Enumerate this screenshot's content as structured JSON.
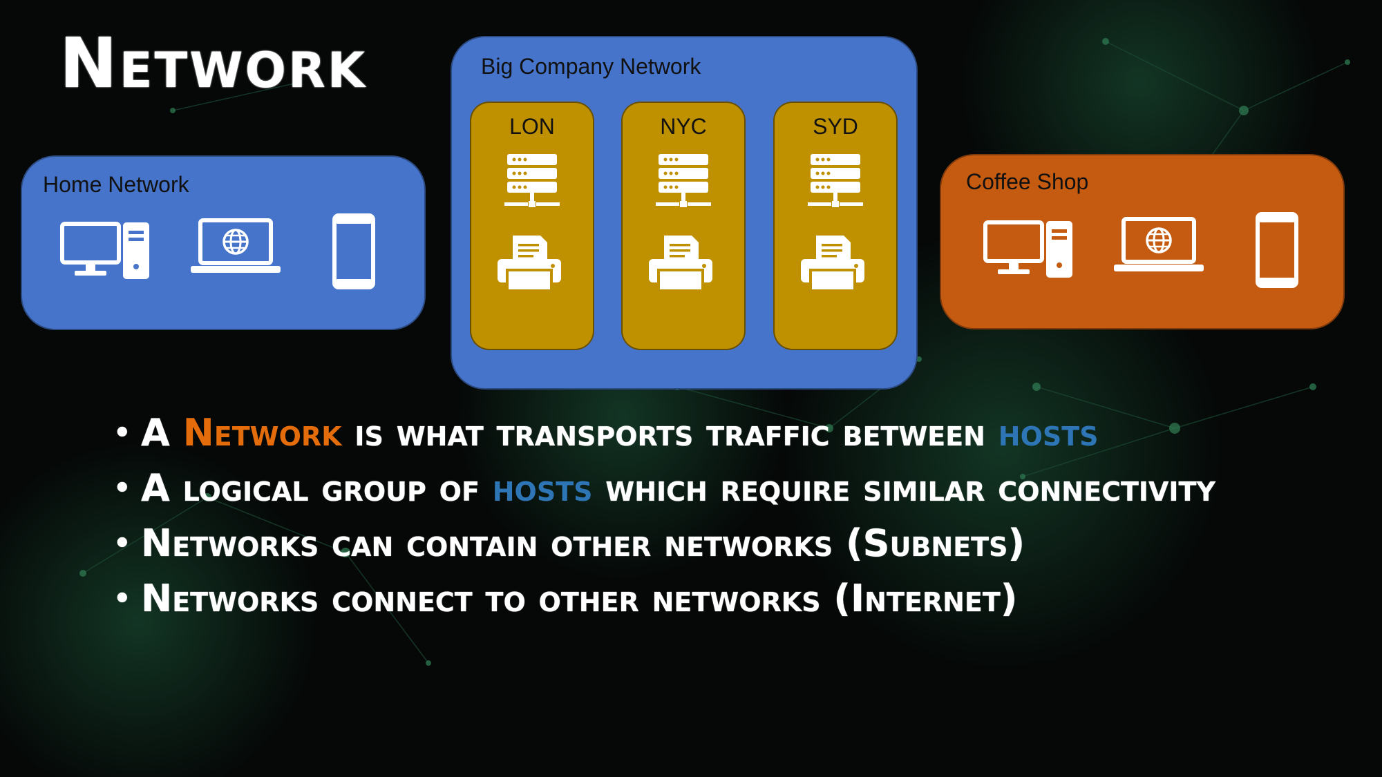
{
  "slide": {
    "title": "Network"
  },
  "networks": {
    "home": {
      "label": "Home Network",
      "devices": [
        "desktop-icon",
        "laptop-icon",
        "phone-icon"
      ]
    },
    "big_company": {
      "label": "Big Company Network",
      "sites": [
        {
          "label": "LON",
          "icons": [
            "server-icon",
            "printer-icon"
          ]
        },
        {
          "label": "NYC",
          "icons": [
            "server-icon",
            "printer-icon"
          ]
        },
        {
          "label": "SYD",
          "icons": [
            "server-icon",
            "printer-icon"
          ]
        }
      ]
    },
    "coffee_shop": {
      "label": "Coffee Shop",
      "devices": [
        "desktop-icon",
        "laptop-icon",
        "phone-icon"
      ]
    }
  },
  "bullets": [
    {
      "before": "A ",
      "highlight1": "Network",
      "middle": " is what transports traffic between ",
      "highlight2": "hosts",
      "after": ""
    },
    {
      "before": "A logical group of ",
      "highlight1": "hosts",
      "after": " which require similar connectivity"
    },
    {
      "text": "Networks can contain other networks (Subnets)"
    },
    {
      "text": "Networks connect to other networks (Internet)"
    }
  ],
  "colors": {
    "background": "#050807",
    "home_network": "#4674ca",
    "big_company_network": "#4674ca",
    "site": "#bf9000",
    "coffee_shop": "#c55a11",
    "highlight_network": "#e46c0a",
    "highlight_hosts": "#2e75b6",
    "text": "#ffffff"
  }
}
